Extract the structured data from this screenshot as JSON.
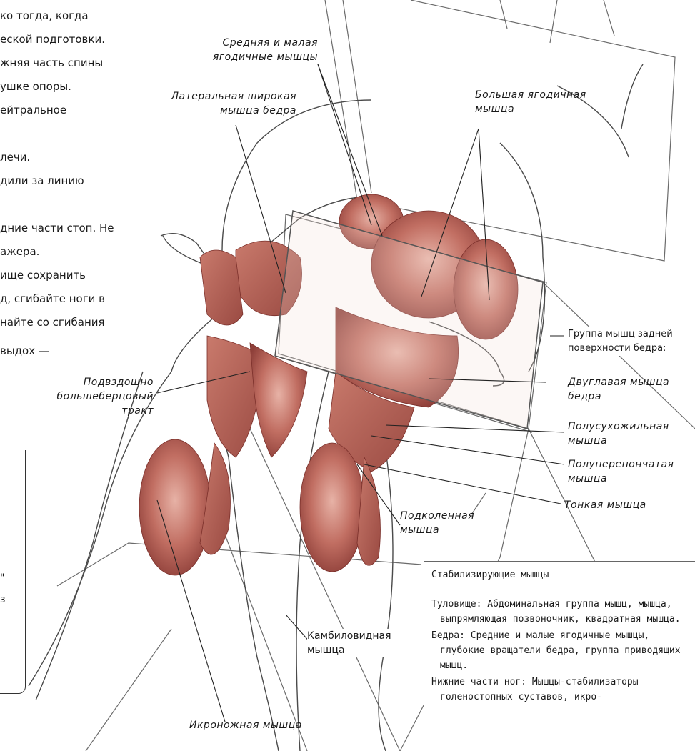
{
  "body_text": {
    "lines": [
      "ко тогда, когда",
      "еской подготовки.",
      "жняя часть спины",
      "ушке опоры.",
      "ейтральное",
      "",
      "лечи.",
      "дили за линию",
      "",
      "дние части стоп. Не",
      "ажера.",
      "ище сохранить",
      "д, сгибайте ноги в",
      "найте со сгибания",
      "",
      "выдох —"
    ]
  },
  "muscle_labels": {
    "gluteus_medius_minimus": [
      "Средняя и малая",
      "ягодичные мышцы"
    ],
    "vastus_lateralis": [
      "Латеральная широкая",
      "мышца бедра"
    ],
    "gluteus_maximus": [
      "Большая ягодичная",
      "мышца"
    ],
    "posterior_thigh_group": [
      "Группа мышц задней",
      "поверхности бедра:"
    ],
    "biceps_femoris": [
      "Двуглавая мышца",
      "бедра"
    ],
    "semitendinosus": [
      "Полусухожильная",
      "мышца"
    ],
    "semimembranosus": [
      "Полуперепончатая",
      "мышца"
    ],
    "gracilis": "Тонкая мышца",
    "popliteus": [
      "Подколенная",
      "мышца"
    ],
    "iliotibial_tract": [
      "Подвздошно",
      "большеберцовый",
      "тракт"
    ],
    "soleus": [
      "Камбиловидная",
      "мышца"
    ],
    "gastrocnemius": "Икроножная мышца"
  },
  "left_fragments": {
    "quote_mark": "\"",
    "letter": "з"
  },
  "stabilizers": {
    "title": "Стабилизирующие мышцы",
    "items": [
      "Туловище: Абдоминальная группа мышц, мышца, выпрямляющая позвоночник, квадратная мышца.",
      "Бедра: Средние и малые ягодичные мышцы, глубокие вращатели бедра, группа приводящих мышц.",
      "Нижние части ног: Мышцы-стабилизаторы голеностопных суставов, икро-"
    ]
  },
  "colors": {
    "muscle": "#b45850",
    "muscle_light": "#dca096",
    "outline": "#555555",
    "skin": "#ffffff"
  }
}
